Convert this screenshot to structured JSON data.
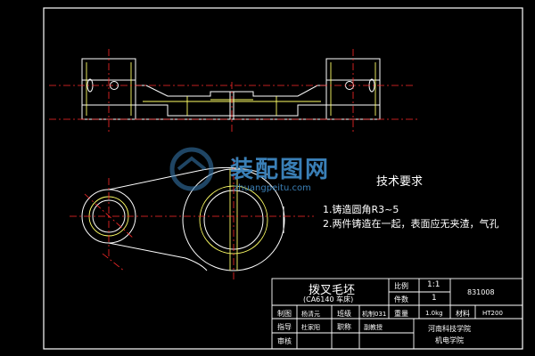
{
  "watermark": {
    "brand": "装配图网",
    "url": "zhuangpeitu.com"
  },
  "requirements": {
    "title": "技术要求",
    "items": [
      "1.铸造圆角R3~5",
      "2.两件铸造在一起，表面应无夹渣，气孔"
    ]
  },
  "title_block": {
    "part_name": "拨叉毛坯",
    "machine": "(CA6140 车床)",
    "scale_label": "比例",
    "scale_value": "1:1",
    "qty_label": "件数",
    "qty_value": "1",
    "drawing_no": "831008",
    "rows": {
      "draw_label": "制图",
      "draw_name": "杨清元",
      "class_label": "班级",
      "class_value": "机制031",
      "weight_label": "重量",
      "weight_value": "1.0kg",
      "material_label": "材料",
      "material_value": "HT200",
      "guide_label": "指导",
      "guide_name": "杜家阳",
      "title_label": "职称",
      "title_value": "副教授",
      "review_label": "审核"
    },
    "school": "河南科技学院",
    "college": "机电学院"
  },
  "colors": {
    "background": "#000000",
    "border": "#ffffff",
    "part_outline": "#ffffff",
    "hidden_lines": "#ffff66",
    "centerlines": "#ff2a2a",
    "watermark": "#3a7fb6"
  }
}
